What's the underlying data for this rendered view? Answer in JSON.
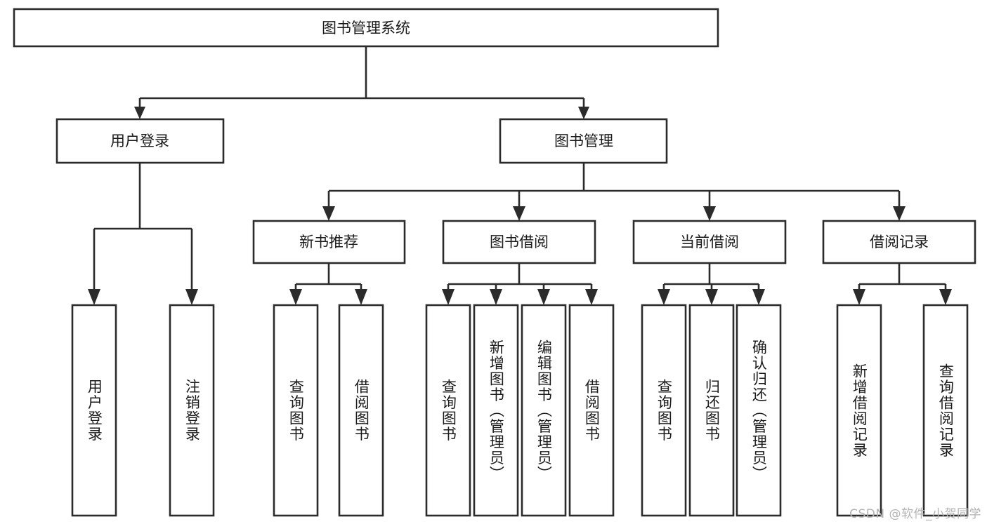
{
  "diagram": {
    "type": "tree-hierarchy-flowchart",
    "title": "图书管理系统",
    "colors": {
      "background": "#ffffff",
      "node_fill": "#ffffff",
      "node_stroke": "#2b2b2b",
      "connector": "#2b2b2b",
      "text": "#1a1a1a",
      "watermark": "#b3b3b3"
    },
    "root": {
      "label": "图书管理系统",
      "orientation": "horizontal"
    },
    "level2": [
      {
        "label": "用户登录",
        "orientation": "horizontal"
      },
      {
        "label": "图书管理",
        "orientation": "horizontal"
      }
    ],
    "level3": [
      {
        "label": "新书推荐",
        "orientation": "horizontal"
      },
      {
        "label": "图书借阅",
        "orientation": "horizontal"
      },
      {
        "label": "当前借阅",
        "orientation": "horizontal"
      },
      {
        "label": "借阅记录",
        "orientation": "horizontal"
      }
    ],
    "leaves": {
      "user_login": [
        {
          "label": "用户登录",
          "orientation": "vertical"
        },
        {
          "label": "注销登录",
          "orientation": "vertical"
        }
      ],
      "new_book_recommend": [
        {
          "label": "查询图书",
          "orientation": "vertical"
        },
        {
          "label": "借阅图书",
          "orientation": "vertical"
        }
      ],
      "book_borrow": [
        {
          "label": "查询图书",
          "orientation": "vertical"
        },
        {
          "label": "新增图书（管理员）",
          "orientation": "vertical"
        },
        {
          "label": "编辑图书（管理员）",
          "orientation": "vertical"
        },
        {
          "label": "借阅图书",
          "orientation": "vertical"
        }
      ],
      "current_borrow": [
        {
          "label": "查询图书",
          "orientation": "vertical"
        },
        {
          "label": "归还图书",
          "orientation": "vertical"
        },
        {
          "label": "确认归还（管理员）",
          "orientation": "vertical"
        }
      ],
      "borrow_record": [
        {
          "label": "新增借阅记录",
          "orientation": "vertical"
        },
        {
          "label": "查询借阅记录",
          "orientation": "vertical"
        }
      ]
    },
    "watermark": "CSDN @软件_小贺同学"
  }
}
